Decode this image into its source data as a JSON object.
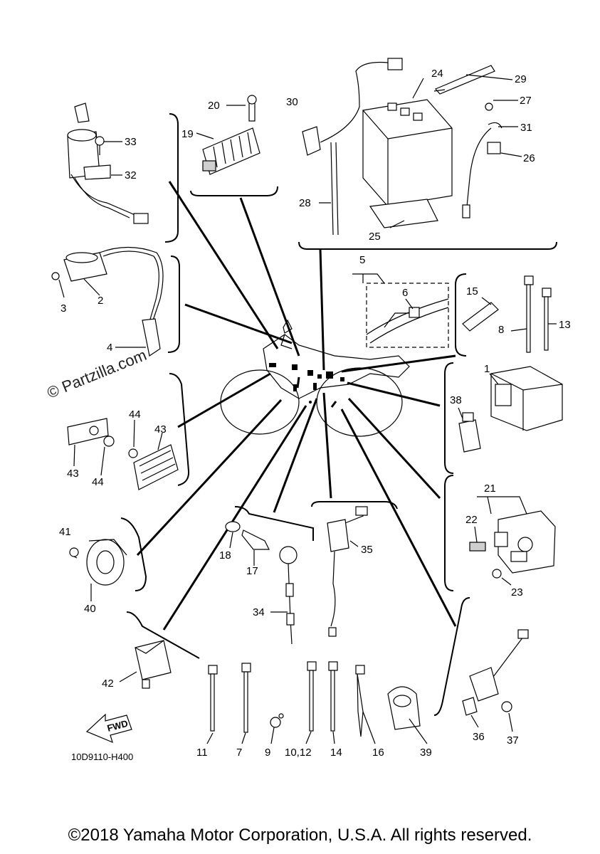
{
  "diagram": {
    "drawing_code": "10D9110-H400",
    "watermark": "© Partzilla.com",
    "fwd_label": "FWD",
    "callouts": [
      {
        "id": "c1",
        "text": "1"
      },
      {
        "id": "c2",
        "text": "2"
      },
      {
        "id": "c3",
        "text": "3"
      },
      {
        "id": "c4",
        "text": "4"
      },
      {
        "id": "c5",
        "text": "5"
      },
      {
        "id": "c6",
        "text": "6"
      },
      {
        "id": "c7",
        "text": "7"
      },
      {
        "id": "c8",
        "text": "8"
      },
      {
        "id": "c9",
        "text": "9"
      },
      {
        "id": "c1012",
        "text": "10,12"
      },
      {
        "id": "c11",
        "text": "11"
      },
      {
        "id": "c13",
        "text": "13"
      },
      {
        "id": "c14",
        "text": "14"
      },
      {
        "id": "c15",
        "text": "15"
      },
      {
        "id": "c16",
        "text": "16"
      },
      {
        "id": "c17",
        "text": "17"
      },
      {
        "id": "c18",
        "text": "18"
      },
      {
        "id": "c19",
        "text": "19"
      },
      {
        "id": "c20",
        "text": "20"
      },
      {
        "id": "c21",
        "text": "21"
      },
      {
        "id": "c22",
        "text": "22"
      },
      {
        "id": "c23",
        "text": "23"
      },
      {
        "id": "c24",
        "text": "24"
      },
      {
        "id": "c25",
        "text": "25"
      },
      {
        "id": "c26",
        "text": "26"
      },
      {
        "id": "c27",
        "text": "27"
      },
      {
        "id": "c28",
        "text": "28"
      },
      {
        "id": "c29",
        "text": "29"
      },
      {
        "id": "c30",
        "text": "30"
      },
      {
        "id": "c31",
        "text": "31"
      },
      {
        "id": "c32",
        "text": "32"
      },
      {
        "id": "c33",
        "text": "33"
      },
      {
        "id": "c34",
        "text": "34"
      },
      {
        "id": "c35",
        "text": "35"
      },
      {
        "id": "c36",
        "text": "36"
      },
      {
        "id": "c37",
        "text": "37"
      },
      {
        "id": "c38",
        "text": "38"
      },
      {
        "id": "c40",
        "text": "40"
      },
      {
        "id": "c41",
        "text": "41"
      },
      {
        "id": "c42",
        "text": "42"
      },
      {
        "id": "c43a",
        "text": "43"
      },
      {
        "id": "c43b",
        "text": "43"
      },
      {
        "id": "c44a",
        "text": "44"
      },
      {
        "id": "c44b",
        "text": "44"
      },
      {
        "id": "c39",
        "text": "39"
      }
    ]
  },
  "footer": {
    "copyright": "©2018 Yamaha Motor Corporation, U.S.A. All rights reserved."
  }
}
